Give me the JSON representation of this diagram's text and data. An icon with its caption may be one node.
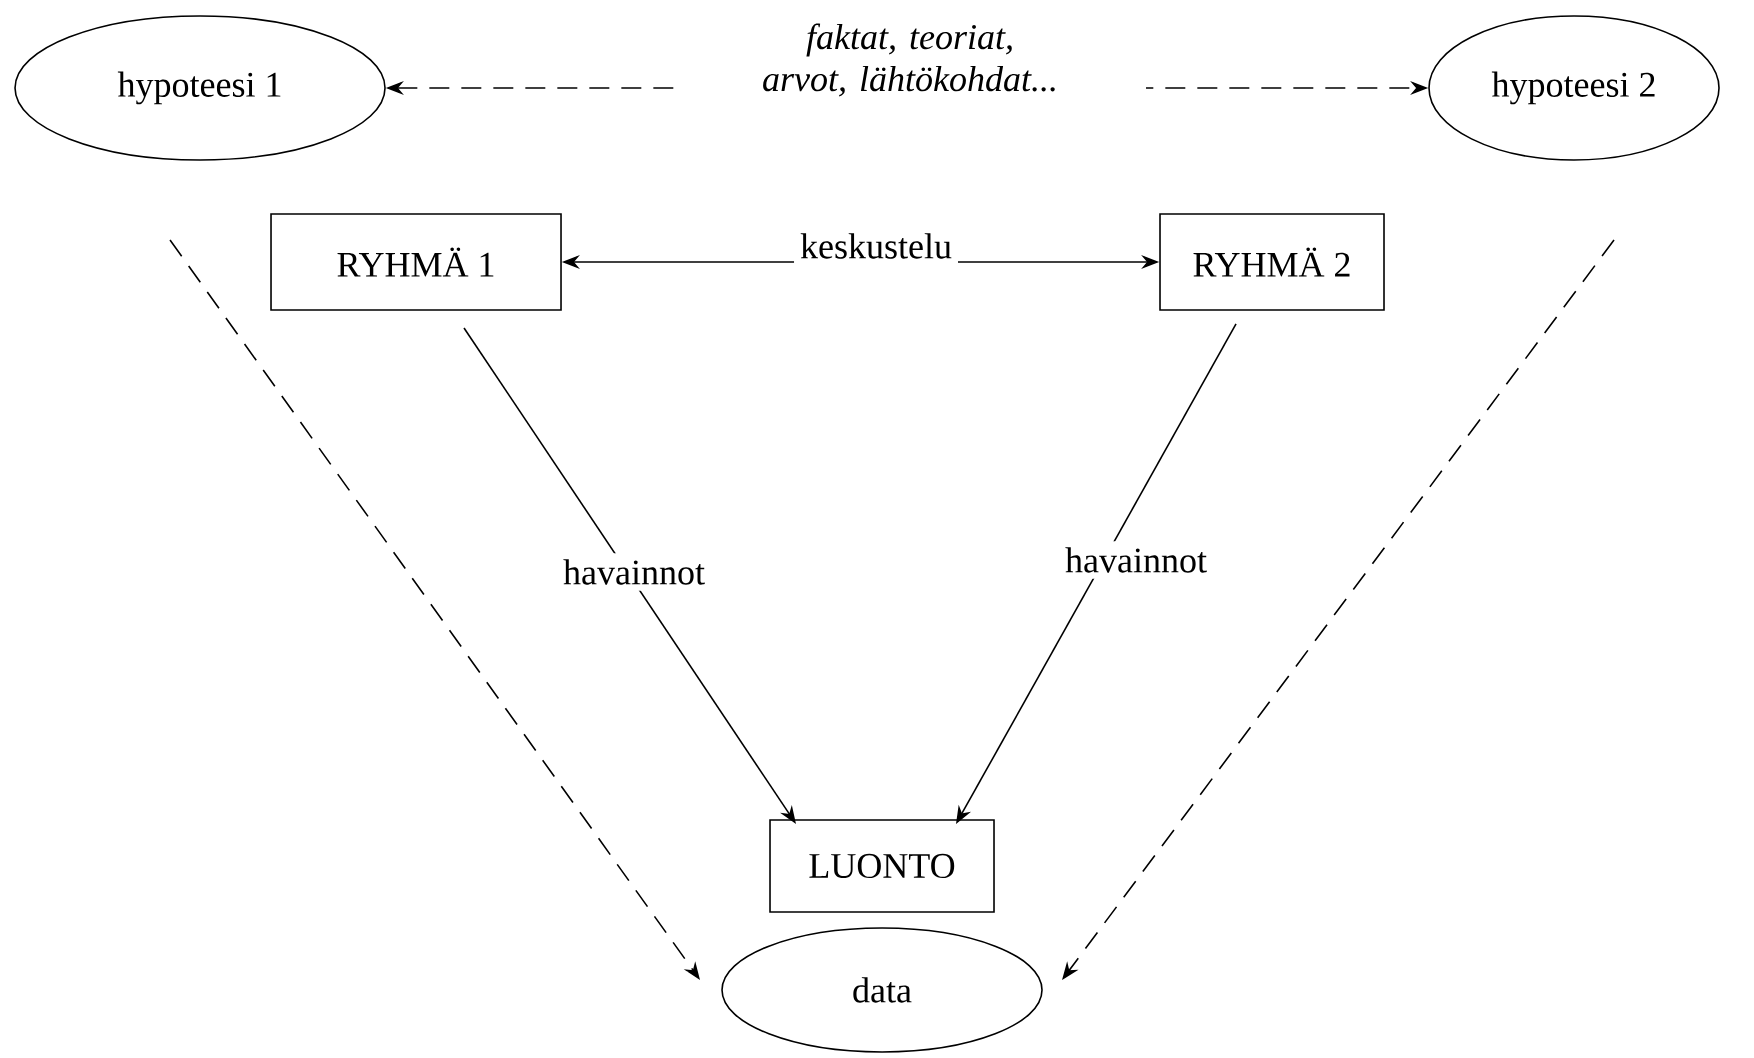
{
  "diagram": {
    "nodes": [
      {
        "text": [
          "hypoteesi 1"
        ]
      },
      {
        "text": [
          "hypoteesi 2"
        ]
      },
      {
        "text": [
          "RYHMÄ 1"
        ]
      },
      {
        "text": [
          "RYHMÄ 2"
        ]
      },
      {
        "text": [
          "LUONTO"
        ]
      },
      {
        "text": [
          "data"
        ]
      }
    ],
    "edges": [
      {
        "from": 0,
        "to": 1,
        "arrow": "both",
        "style": "dashed",
        "label": "faktat, teoriat, arvot, lähtökohdat..."
      },
      {
        "from": 2,
        "to": 3,
        "arrow": "both",
        "label": "keskustelu"
      },
      {
        "from": 2,
        "to": 4,
        "arrow": "to",
        "label": "havainnot"
      },
      {
        "from": 3,
        "to": 4,
        "arrow": "to",
        "label": "havainnot"
      },
      {
        "from": 0,
        "to": 5,
        "arrow": "to",
        "style": "dashed"
      },
      {
        "from": 1,
        "to": 5,
        "arrow": "to",
        "style": "dashed"
      }
    ]
  }
}
